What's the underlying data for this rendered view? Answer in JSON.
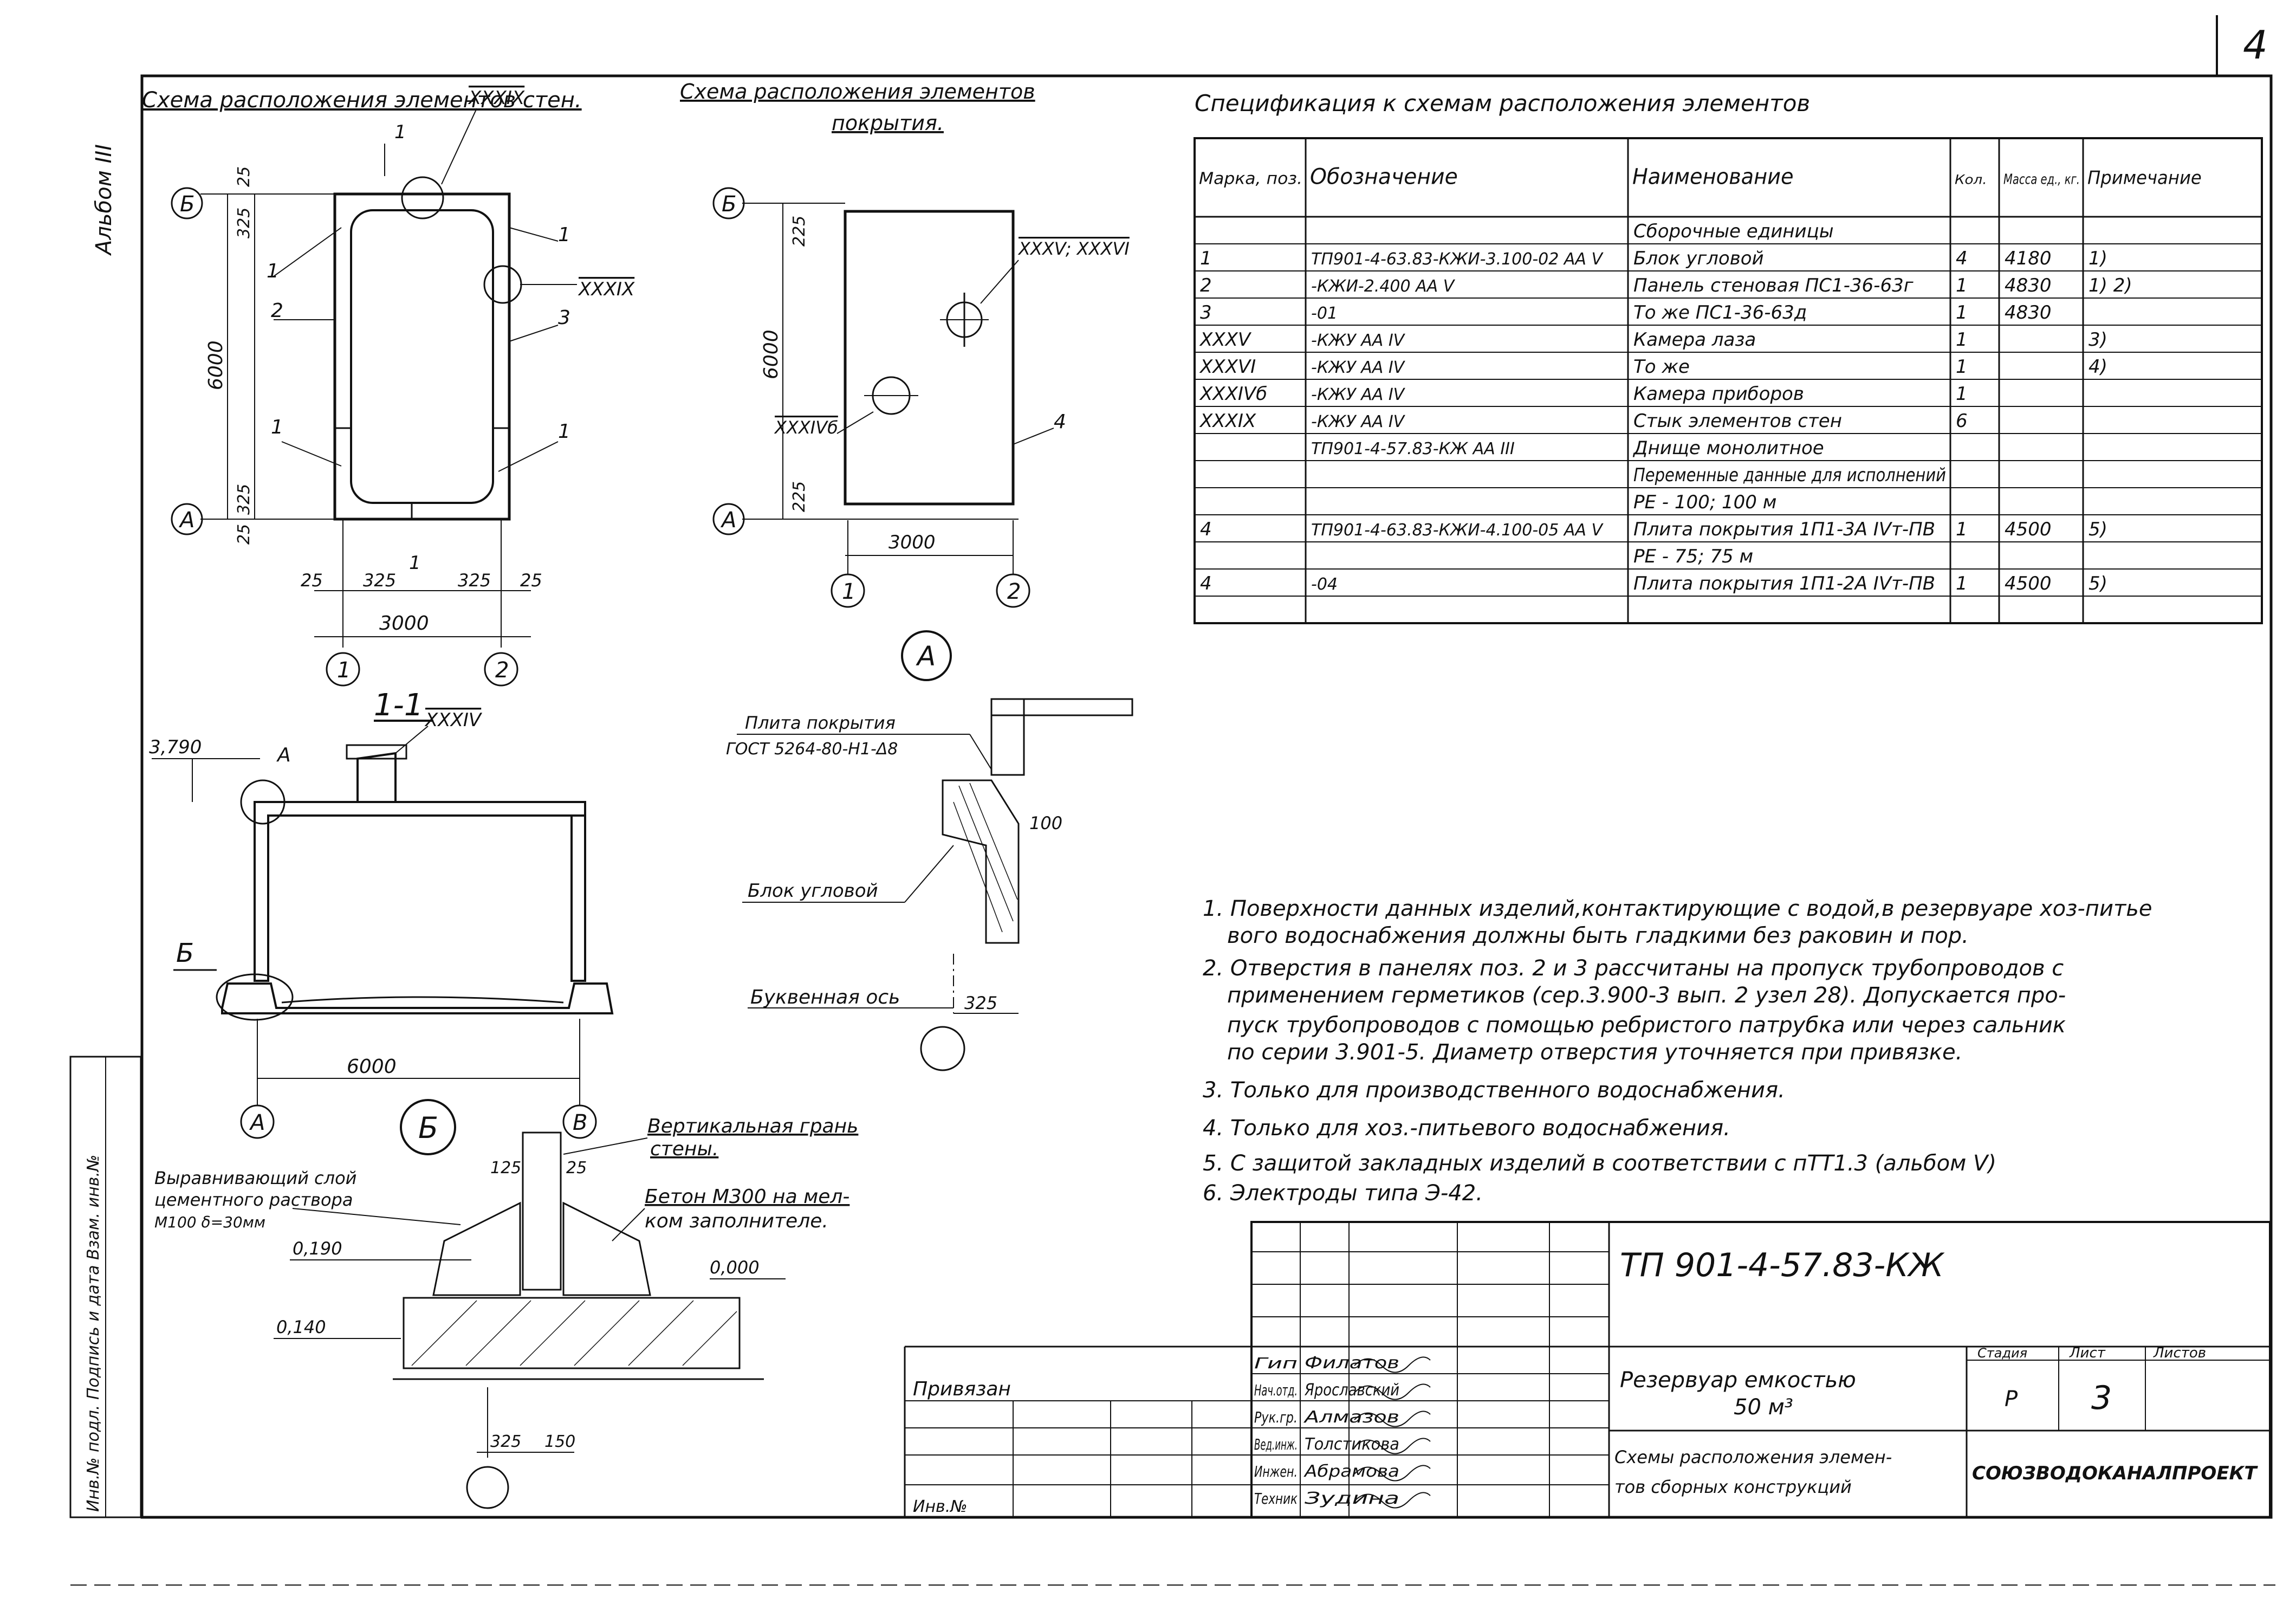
{
  "page_number": "4",
  "album_label": "Альбом III",
  "side_stamp": "Инв.№ подл.  Подпись и дата  Взам. инв.№",
  "walls_scheme": {
    "title": "Схема расположения элементов стен.",
    "axes": {
      "A": "А",
      "B": "Б",
      "one": "1",
      "two": "2"
    },
    "dims": {
      "height": "6000",
      "width": "3000",
      "d325": "325",
      "d25": "25",
      "d325b": "325",
      "d25b": "25",
      "t325": "325",
      "t25": "25",
      "b325": "325",
      "b25": "25"
    },
    "marks": {
      "m1": "1",
      "m2": "2",
      "m3": "3",
      "m1b": "1",
      "m1c": "1",
      "m1d": "1",
      "cut": "1",
      "cut2": "1",
      "c1": "XXXIX",
      "c2": "XXXIX"
    }
  },
  "roof_scheme": {
    "title_l1": "Схема расположения элементов",
    "title_l2": "покрытия.",
    "dims": {
      "height": "6000",
      "width": "3000",
      "t225": "225",
      "b225": "225"
    },
    "marks": {
      "m4": "4",
      "hatch": "XXXV; XXXVI",
      "inst": "XXXIVб"
    },
    "axes": {
      "A": "А",
      "B": "Б",
      "one": "1",
      "two": "2"
    }
  },
  "section": {
    "title": "1-1",
    "level": "3,790",
    "mark_A": "А",
    "mark_B": "Б",
    "hatch": "XXXIV",
    "width": "6000",
    "axes": {
      "A": "А",
      "B": "В"
    }
  },
  "node_A": {
    "title": "А",
    "label_slab_l1": "Плита покрытия",
    "label_slab_l2": "ГОСТ 5264-80-Н1-Δ8",
    "label_block": "Блок угловой",
    "label_axis": "Буквенная ось",
    "dim100": "100",
    "dim325": "325"
  },
  "node_B": {
    "title": "Б",
    "label_face_l1": "Вертикальная грань",
    "label_face_l2": "стены.",
    "label_concrete_l1": "Бетон М300 на мел-",
    "label_concrete_l2": "ком заполнителе.",
    "label_layer_l1": "Выравнивающий слой",
    "label_layer_l2": "цементного раствора",
    "label_layer_l3": "М100  δ=30мм",
    "lv190": "0,190",
    "lv140": "0,140",
    "lv000": "0,000",
    "d125": "125",
    "d25": "25",
    "d325": "325",
    "d150": "150"
  },
  "spec": {
    "title": "Спецификация к схемам   расположения элементов",
    "headers": [
      "Марка, поз.",
      "Обозначение",
      "Наименование",
      "Кол.",
      "Масса ед., кг.",
      "Примечание"
    ],
    "rows": [
      [
        "",
        "",
        "Сборочные единицы",
        "",
        "",
        ""
      ],
      [
        "1",
        "ТП901-4-63.83-КЖИ-3.100-02 АА V",
        "Блок угловой",
        "4",
        "4180",
        "1)"
      ],
      [
        "2",
        "-КЖИ-2.400 АА V",
        "Панель стеновая ПС1-36-63г",
        "1",
        "4830",
        "1) 2)"
      ],
      [
        "3",
        "-01",
        "То же     ПС1-36-63д",
        "1",
        "4830",
        ""
      ],
      [
        "XXXV",
        "-КЖУ     АА IV",
        "Камера лаза",
        "1",
        "",
        "3)"
      ],
      [
        "XXXVI",
        "-КЖУ     АА IV",
        "То же",
        "1",
        "",
        "4)"
      ],
      [
        "XXXIVб",
        "-КЖУ     АА IV",
        "Камера приборов",
        "1",
        "",
        ""
      ],
      [
        "XXXIX",
        "-КЖУ     АА IV",
        "Стык элементов стен",
        "6",
        "",
        ""
      ],
      [
        "",
        "ТП901-4-57.83-КЖ     АА III",
        "Днище монолитное",
        "",
        "",
        ""
      ],
      [
        "",
        "",
        "Переменные данные для исполнений",
        "",
        "",
        ""
      ],
      [
        "",
        "",
        "РЕ - 100; 100 м",
        "",
        "",
        ""
      ],
      [
        "4",
        "ТП901-4-63.83-КЖИ-4.100-05 АА V",
        "Плита покрытия 1П1-3А IVт-ПВ",
        "1",
        "4500",
        "5)"
      ],
      [
        "",
        "",
        "РЕ - 75; 75 м",
        "",
        "",
        ""
      ],
      [
        "4",
        "-04",
        "Плита покрытия 1П1-2А IVт-ПВ",
        "1",
        "4500",
        "5)"
      ],
      [
        "",
        "",
        "",
        "",
        "",
        ""
      ]
    ]
  },
  "notes": [
    "1. Поверхности данных изделий,контактирующие с водой,в резервуаре хоз-питье",
    "вого водоснабжения должны быть гладкими без раковин и пор.",
    "2. Отверстия в панелях поз. 2 и 3 рассчитаны на пропуск трубопроводов с",
    "применением герметиков (сер.3.900-3 вып. 2 узел 28). Допускается про-",
    "пуск трубопроводов с помощью ребристого патрубка или через сальник",
    "по серии 3.901-5. Диаметр отверстия уточняется при привязке.",
    "3. Только для производственного водоснабжения.",
    "4. Только для хоз.-питьевого водоснабжения.",
    "5. С защитой закладных изделий в соответствии с пТТ1.3 (альбом V)",
    "6. Электроды типа Э-42."
  ],
  "title_block": {
    "code": "ТП 901-4-57.83-КЖ",
    "bound_label": "Привязан",
    "inv_label": "Инв.№",
    "staff": [
      [
        "Гип",
        "Филатов"
      ],
      [
        "Нач.отд.",
        "Ярославский"
      ],
      [
        "Рук.гр.",
        "Алмазов"
      ],
      [
        "Вед.инж.",
        "Толстикова"
      ],
      [
        "Инжен.",
        "Абрамова"
      ],
      [
        "Техник",
        "Зудина"
      ]
    ],
    "object_l1": "Резервуар емкостью",
    "object_l2": "50 м³",
    "sheet_title_l1": "Схемы расположения элемен-",
    "sheet_title_l2": "тов сборных конструкций",
    "stage_label": "Стадия",
    "sheet_label": "Лист",
    "sheets_label": "Листов",
    "stage": "Р",
    "sheet": "3",
    "org": "СОЮЗВОДОКАНАЛПРОЕКТ"
  }
}
